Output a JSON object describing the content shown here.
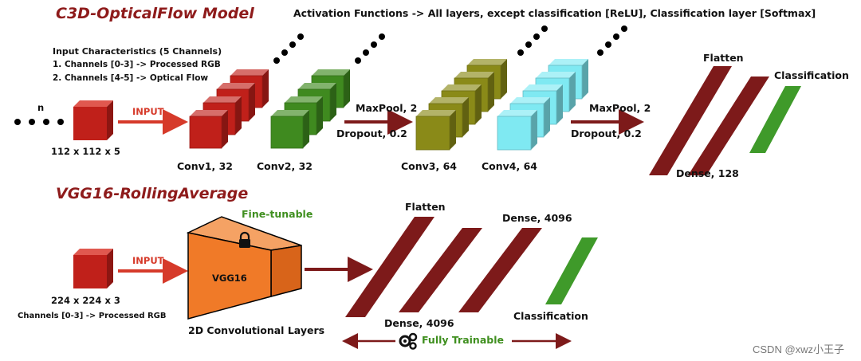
{
  "c3d": {
    "title": "C3D-OpticalFlow Model",
    "activation_note": "Activation Functions -> All layers, except classification [ReLU], Classification layer [Softmax]",
    "input_characteristics": {
      "heading": "Input Characteristics (5 Channels)",
      "line1": "1. Channels [0-3] -> Processed RGB",
      "line2": "2. Channels [4-5] -> Optical Flow"
    },
    "n_label": "n",
    "input_arrow_label": "INPUT",
    "input_size": "112 x 112 x 5",
    "conv1": "Conv1, 32",
    "conv2": "Conv2, 32",
    "maxpool1": "MaxPool, 2",
    "dropout1": "Dropout, 0.2",
    "conv3": "Conv3, 64",
    "conv4": "Conv4, 64",
    "maxpool2": "MaxPool, 2",
    "dropout2": "Dropout, 0.2",
    "flatten": "Flatten",
    "classification": "Classification",
    "dense": "Dense, 128"
  },
  "vgg": {
    "title": "VGG16-RollingAverage",
    "fine_tunable": "Fine-tunable",
    "block_label": "VGG16",
    "input_arrow_label": "INPUT",
    "input_size": "224 x 224 x 3",
    "channels_note": "Channels [0-3] -> Processed RGB",
    "conv_layers": "2D Convolutional Layers",
    "flatten": "Flatten",
    "dense_top": "Dense, 4096",
    "dense_bottom": "Dense, 4096",
    "classification": "Classification",
    "fully_trainable": "Fully Trainable"
  },
  "watermark": "CSDN @xwz小王子",
  "colors": {
    "title": "#8e1b1b",
    "red_cube": "#c0201a",
    "green_cube": "#3f8a1f",
    "olive_cube": "#8a8a18",
    "cyan_cube": "#7fe9f2",
    "dense_bar": "#7d1a1a",
    "class_bar": "#3f9a2a",
    "vgg_block": "#f07a28",
    "arrow_red": "#d63a2a",
    "arrow_dark": "#7d1a1a",
    "label_green": "#3f8f1f"
  },
  "icons": [
    "lock-icon",
    "gears-icon"
  ]
}
